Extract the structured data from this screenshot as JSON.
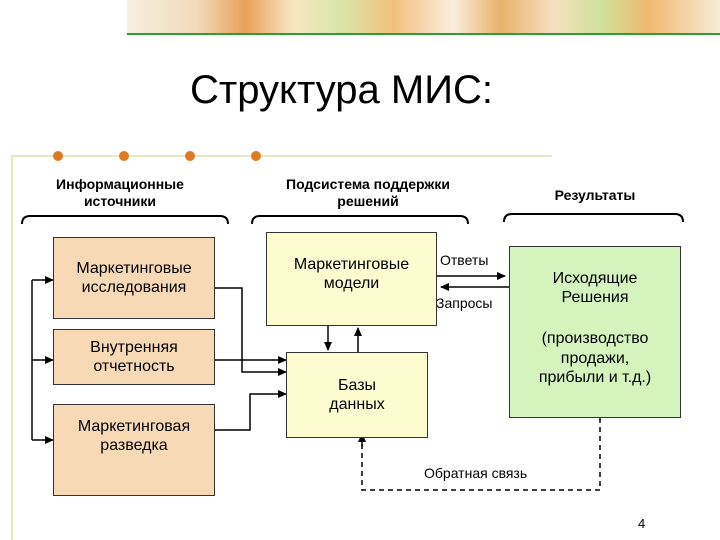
{
  "slide": {
    "title": "Структура МИС:",
    "page_number": "4"
  },
  "columns": {
    "sources_header": "Информационные\nисточники",
    "subsystem_header": "Подсистема поддержки\nрешений",
    "results_header": "Результаты"
  },
  "sources": {
    "research": "Маркетинговые\nисследования",
    "internal": "Внутренняя\nотчетность",
    "intelligence": "Маркетинговая\nразведка"
  },
  "subsystem": {
    "models": "Маркетинговые\nмодели",
    "databases": "Базы\nданных"
  },
  "results": {
    "decisions": "Исходящие\nРешения",
    "details": "(производство\nпродажи,\nприбыли и т.д.)"
  },
  "flows": {
    "answers": "Ответы",
    "queries": "Запросы",
    "feedback": "Обратная связь"
  },
  "colors": {
    "banner_rule": "#2e9d3a",
    "bullet": "#e07a22",
    "source_fill": "#f8d9b5",
    "model_fill": "#fcfcd0",
    "result_fill": "#d4f3bd"
  }
}
